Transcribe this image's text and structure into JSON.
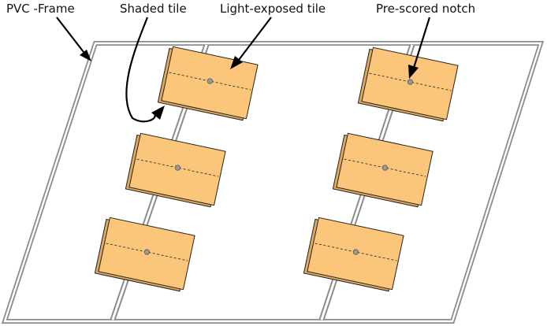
{
  "labels": {
    "frame": "PVC -Frame",
    "shaded": "Shaded tile",
    "exposed": "Light-exposed tile",
    "notch": "Pre-scored notch"
  },
  "colors": {
    "tile": "#fbc679",
    "tile_back": "#e0a85a",
    "frame": "#8c8c8c",
    "outline": "#222222"
  }
}
